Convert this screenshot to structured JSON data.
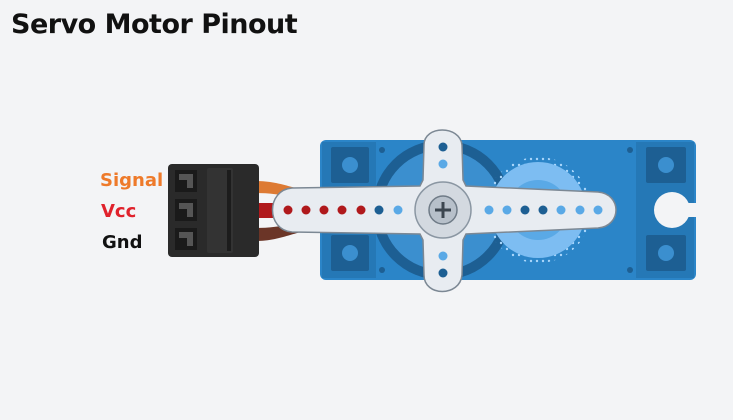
{
  "title": "Servo Motor Pinout",
  "pins": [
    {
      "label": "Signal",
      "color": "#ee7a2a",
      "wire_color": "#dd7a33"
    },
    {
      "label": "Vcc",
      "color": "#e0222c",
      "wire_color": "#b0191c"
    },
    {
      "label": "Gnd",
      "color": "#111111",
      "wire_color": "#6b3527"
    }
  ],
  "colors": {
    "background": "#f3f4f6",
    "servo_body": "#2b85c8",
    "servo_dark": "#1d5f93",
    "servo_light": "#5aa9e6",
    "gear_light": "#7dbdf2",
    "horn": "#e8ecf1",
    "connector": "#2a2a2a"
  },
  "icons": [
    "plus-screw-icon"
  ]
}
